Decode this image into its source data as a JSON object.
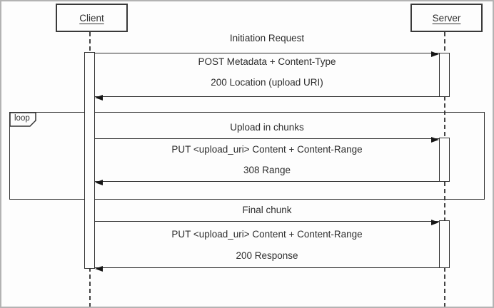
{
  "diagram": {
    "type": "uml-sequence-diagram",
    "actors": {
      "client": "Client",
      "server": "Server"
    },
    "loop_label": "loop",
    "sections": [
      {
        "title": "Initiation Request",
        "request": "POST Metadata + Content-Type",
        "response": "200 Location (upload URI)"
      },
      {
        "title": "Upload in chunks",
        "request": "PUT <upload_uri> Content + Content-Range",
        "response": "308 Range"
      },
      {
        "title": "Final chunk",
        "request": "PUT <upload_uri> Content + Content-Range",
        "response": "200 Response"
      }
    ],
    "colors": {
      "line": "#2e2e2e",
      "text": "#2d2d2d",
      "background": "#fdfdfd",
      "outer_border": "#b3b3b3"
    }
  }
}
